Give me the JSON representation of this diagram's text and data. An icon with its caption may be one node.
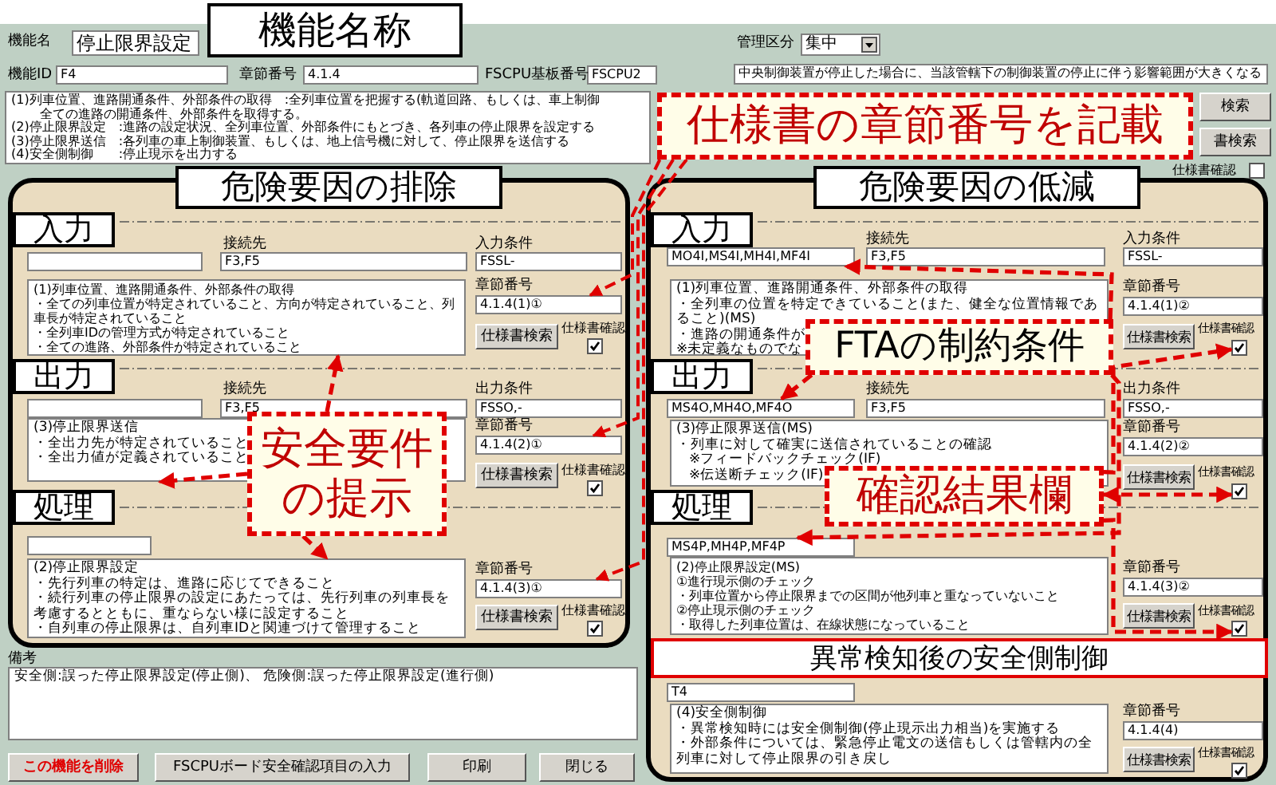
{
  "diagram": {
    "nodes": [
      {
        "text": [
          "機能名称"
        ]
      },
      {
        "text": [
          "仕様書の章節番号を記載"
        ]
      },
      {
        "text": [
          "危険要因の排除"
        ]
      },
      {
        "text": [
          "危険要因の低減"
        ]
      },
      {
        "text": [
          "入力"
        ],
        "in": 2
      },
      {
        "text": [
          "出力"
        ],
        "in": 2
      },
      {
        "text": [
          "処理"
        ],
        "in": 2
      },
      {
        "text": [
          "入力"
        ],
        "in": 3
      },
      {
        "text": [
          "出力"
        ],
        "in": 3
      },
      {
        "text": [
          "処理"
        ],
        "in": 3
      },
      {
        "text": [
          "安全要件の提示"
        ],
        "in": 2
      },
      {
        "text": [
          "FTAの制約条件"
        ],
        "in": 3
      },
      {
        "text": [
          "確認結果欄"
        ],
        "in": 3
      },
      {
        "text": [
          "異常検知後の安全側制御"
        ],
        "in": 3
      },
      {
        "text": [
          "停止限界設定"
        ]
      },
      {
        "text": [
          "集中"
        ]
      },
      {
        "text": [
          "F4"
        ]
      },
      {
        "text": [
          "4.1.4"
        ]
      },
      {
        "text": [
          "FSCPU2"
        ]
      },
      {
        "text": [
          "中央制御装置が停止した場合に、当該管轄下の制御装置の停止に伴う影響範囲が大きくなる"
        ]
      },
      {
        "text": [
          "(1)列車位置、進路開通条件、外部条件の取得　:全列車位置を把握する(軌道回路、もしくは、車上制御",
          "全ての進路の開通条件、外部条件を取得する。",
          "(2)停止限界設定　:進路の設定状況、全列車位置、外部条件にもとづき、各列車の停止限界を設定する",
          "(3)停止限界送信　:各列車の車上制御装置、もしくは、地上信号機に対して、停止限界を送信する",
          "(4)安全側制御　　:停止現示を出力する"
        ]
      },
      {
        "text": [],
        "shape": "box"
      },
      {
        "text": [],
        "shape": "box",
        "in": 2
      },
      {
        "text": [
          "F3,F5"
        ],
        "in": 2
      },
      {
        "text": [
          "FSSL-"
        ],
        "in": 2
      },
      {
        "text": [
          "(1)列車位置、進路開通条件、外部条件の取得",
          "・全ての列車位置が特定されていること、方向が特定されていること、列車長が特定されていること",
          "・全列車IDの管理方式が特定されていること",
          "・全ての進路、外部条件が特定されていること"
        ],
        "in": 2
      },
      {
        "text": [
          "4.1.4(1)①"
        ],
        "in": 2
      },
      {
        "text": [],
        "shape": "box",
        "in": 2
      },
      {
        "text": [],
        "shape": "box",
        "in": 2
      },
      {
        "text": [
          "F3,F5"
        ],
        "in": 2
      },
      {
        "text": [
          "FSSO,-"
        ],
        "in": 2
      },
      {
        "text": [
          "(3)停止限界送信",
          "・全出力先が特定されていること",
          "・全出力値が定義されていること"
        ],
        "in": 2
      },
      {
        "text": [
          "4.1.4(2)①"
        ],
        "in": 2
      },
      {
        "text": [],
        "shape": "box",
        "in": 2
      },
      {
        "text": [],
        "shape": "box",
        "in": 2
      },
      {
        "text": [
          "(2)停止限界設定",
          "・先行列車の特定は、進路に応じてできること",
          "・続行列車の停止限界の設定にあたっては、先行列車の列車長を考慮するとともに、重ならない様に設定すること",
          "・自列車の停止限界は、自列車IDと関連づけて管理すること"
        ],
        "in": 2
      },
      {
        "text": [
          "4.1.4(3)①"
        ],
        "in": 2
      },
      {
        "text": [],
        "shape": "box",
        "in": 2
      },
      {
        "text": [
          "MO4I,MS4I,MH4I,MF4I"
        ],
        "in": 3
      },
      {
        "text": [
          "F3,F5"
        ],
        "in": 3
      },
      {
        "text": [
          "FSSL-"
        ],
        "in": 3
      },
      {
        "text": [
          "(1)列車位置、進路開通条件、外部条件の取得",
          "・全列車の位置を特定できていること(また、健全な位置情報であること)(MS)",
          "・進路の開通条件が",
          "※未定義なものでな"
        ],
        "in": 3
      },
      {
        "text": [
          "4.1.4(1)②"
        ],
        "in": 3
      },
      {
        "text": [],
        "shape": "box",
        "in": 3
      },
      {
        "text": [
          "MS4O,MH4O,MF4O"
        ],
        "in": 3
      },
      {
        "text": [
          "F3,F5"
        ],
        "in": 3
      },
      {
        "text": [
          "FSSO,-"
        ],
        "in": 3
      },
      {
        "text": [
          "(3)停止限界送信(MS)",
          "・列車に対して確実に送信されていることの確認",
          "※フィードバックチェック(IF)",
          "※伝送断チェック(IF)"
        ],
        "in": 3
      },
      {
        "text": [
          "4.1.4(2)②"
        ],
        "in": 3
      },
      {
        "text": [],
        "shape": "box",
        "in": 3
      },
      {
        "text": [
          "MS4P,MH4P,MF4P"
        ],
        "in": 3
      },
      {
        "text": [
          "(2)停止限界設定(MS)",
          "①進行現示側のチェック",
          "・列車位置から停止限界までの区間が他列車と重なっていないこと",
          "②停止現示側のチェック",
          "・取得した列車位置は、在線状態になっていること"
        ],
        "in": 3
      },
      {
        "text": [
          "4.1.4(3)②"
        ],
        "in": 3
      },
      {
        "text": [],
        "shape": "box",
        "in": 3
      },
      {
        "text": [
          "T4"
        ],
        "in": 3
      },
      {
        "text": [
          "(4)安全側制御",
          "・異常検知時には安全側制御(停止現示出力相当)を実施する",
          "・外部条件については、緊急停止電文の送信もしくは管轄内の全列車に対して停止限界の引き戻し"
        ],
        "in": 3
      },
      {
        "text": [
          "4.1.4(4)"
        ],
        "in": 3
      },
      {
        "text": [],
        "shape": "box",
        "in": 3
      },
      {
        "text": [
          "安全側:誤った停止限界設定(停止側)、 危険側:誤った停止限界設定(進行側)"
        ]
      }
    ],
    "edges": [
      {
        "from": 1,
        "to": 26,
        "arrow": "to",
        "style": "dashed"
      },
      {
        "from": 1,
        "to": 32,
        "arrow": "to",
        "style": "dashed"
      },
      {
        "from": 1,
        "to": 36,
        "arrow": "to",
        "style": "dashed"
      },
      {
        "from": 10,
        "to": 25,
        "arrow": "to",
        "style": "dashed"
      },
      {
        "from": 10,
        "to": 31,
        "arrow": "to",
        "style": "dashed"
      },
      {
        "from": 10,
        "to": 35,
        "arrow": "to",
        "style": "dashed"
      },
      {
        "from": 11,
        "to": 38,
        "arrow": "to",
        "style": "dashed"
      },
      {
        "from": 11,
        "to": 44,
        "arrow": "to",
        "style": "dashed"
      },
      {
        "from": 11,
        "to": 50,
        "arrow": "to",
        "style": "dashed"
      },
      {
        "from": 12,
        "to": 43,
        "arrow": "to",
        "style": "dashed"
      },
      {
        "from": 12,
        "to": 49,
        "arrow": "both",
        "style": "dashed"
      },
      {
        "from": 12,
        "to": 53,
        "arrow": "to",
        "style": "dashed"
      }
    ],
    "labels": [
      "機能名",
      "管理区分",
      "機能ID",
      "章節番号",
      "FSCPU基板番号",
      "検索",
      "書検索",
      "仕様書確認",
      "接続先",
      "入力条件",
      "章節番号",
      "仕様書検索",
      "仕様書確認",
      "接続先",
      "出力条件",
      "章節番号",
      "仕様書検索",
      "仕様書確認",
      "章節番号",
      "仕様書検索",
      "仕様書確認",
      "接続先",
      "入力条件",
      "章節番号",
      "仕様書検索",
      "仕様書確認",
      "接続先",
      "出力条件",
      "章節番号",
      "仕様書検索",
      "仕様書確認",
      "章節番号",
      "仕様書検索",
      "仕様書確認",
      "章節番号",
      "仕様書検索",
      "仕様書確認",
      "備考",
      "この機能を削除",
      "FSCPUボード安全確認項目の入力",
      "印刷",
      "閉じる"
    ]
  }
}
